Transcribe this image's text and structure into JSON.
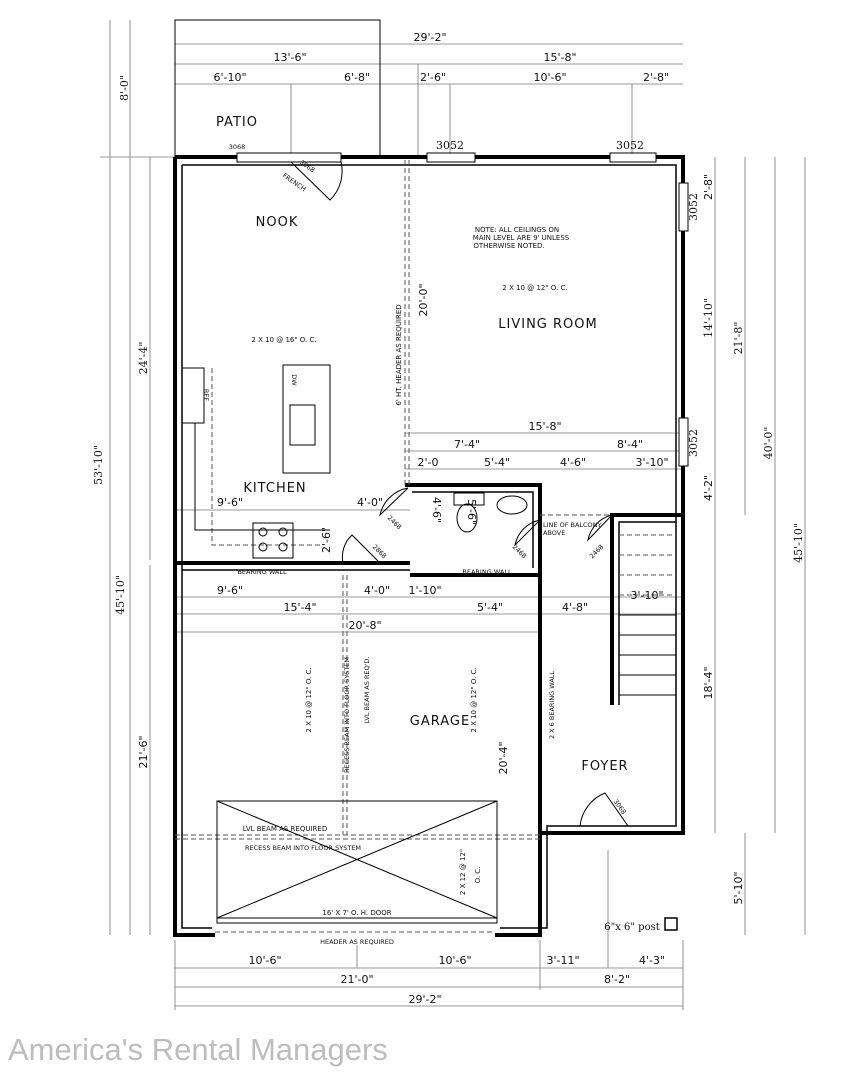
{
  "rooms": {
    "patio": "PATIO",
    "nook": "NOOK",
    "living": "LIVING ROOM",
    "kitchen": "KITCHEN",
    "garage": "GARAGE",
    "foyer": "FOYER"
  },
  "notes": {
    "ceiling_1": "NOTE: ALL CEILINGS ON",
    "ceiling_2": "MAIN LEVEL ARE 9' UNLESS",
    "ceiling_3": "OTHERWISE NOTED.",
    "joist_living": "2 X 10 @ 12\" O. C.",
    "joist_kitchen": "2 X 10 @ 16\" O. C.",
    "joist_garage_a": "2 X 10 @ 12\" O. C.",
    "joist_garage_b": "2 X 10 @ 12\" O. C.",
    "header_6ht": "6' HT. HEADER AS REQUIRED",
    "recess_beam_v": "RECESS BEAM INTO FLOOR SYSTEM",
    "lvl_beam_v": "LVL BEAM AS REQ'D.",
    "bearing_wall_1": "BEARING WALL",
    "bearing_wall_2": "BEARING WALL",
    "bearing_2x6": "2 X 6 BEARING WALL",
    "balcony_1": "LINE OF BALCONY",
    "balcony_2": "ABOVE",
    "lvl_beam_h": "LVL BEAM AS REQUIRED",
    "recess_beam_h": "RECESS BEAM INTO FLOOR SYSTEM",
    "joist_2x12": "2 X 12 @ 12\"",
    "joist_2x12_oc": "O. C.",
    "ohdoor": "16' X 7' O. H. DOOR",
    "header_req": "HEADER AS REQUIRED",
    "post": "6\"x 6\" post",
    "ref": "REF",
    "dw": "DW"
  },
  "openings": {
    "patio_door": "3068",
    "french_1": "3068",
    "french_2": "FRENCH",
    "win_top_1": "3052",
    "win_top_2": "3052",
    "win_right_1": "3052",
    "win_right_2": "3052",
    "door_kitchen": "2468",
    "door_pantry": "2868",
    "door_bath": "2468",
    "door_stair": "2468",
    "door_foyer": "3068"
  },
  "dimensions": {
    "top_total": "29'-2\"",
    "top_left": "13'-6\"",
    "top_right": "15'-8\"",
    "top_a": "6'-10\"",
    "top_b": "6'-8\"",
    "top_c": "2'-6\"",
    "top_d": "10'-6\"",
    "top_e": "2'-8\"",
    "left_patio": "8'-0\"",
    "left_total": "53'-10\"",
    "left_upper": "24'-4\"",
    "left_lower_total": "45'-10\"",
    "left_garage": "21'-6\"",
    "right_a": "2'-8\"",
    "right_b": "14'-10\"",
    "right_c": "21'-8\"",
    "right_d": "40'-0\"",
    "right_e": "4'-2\"",
    "right_f": "45'-10\"",
    "right_g": "18'-4\"",
    "right_h": "5'-10\"",
    "living_w": "15'-8\"",
    "mid_a": "7'-4\"",
    "mid_b": "8'-4\"",
    "mid_c": "2'-0",
    "mid_d": "5'-4\"",
    "mid_e": "4'-6\"",
    "mid_f": "3'-10\"",
    "k_a": "9'-6\"",
    "k_b": "4'-0\"",
    "k_c": "2'-6\"",
    "closet": "4'-6\"",
    "bath": "5'-6\"",
    "g_a": "9'-6\"",
    "g_b": "4'-0\"",
    "g_c": "1'-10\"",
    "g_d": "15'-4\"",
    "g_e": "5'-4\"",
    "g_f": "4'-8\"",
    "g_g": "3'-10\"",
    "g_h": "20'-8\"",
    "living_h": "20'-0\"",
    "garage_h": "20'-4\"",
    "bot_a": "10'-6\"",
    "bot_b": "10'-6\"",
    "bot_c": "3'-11\"",
    "bot_d": "4'-3\"",
    "bot_e": "21'-0\"",
    "bot_f": "8'-2\"",
    "bot_total": "29'-2\""
  },
  "watermark": "America's Rental Managers"
}
